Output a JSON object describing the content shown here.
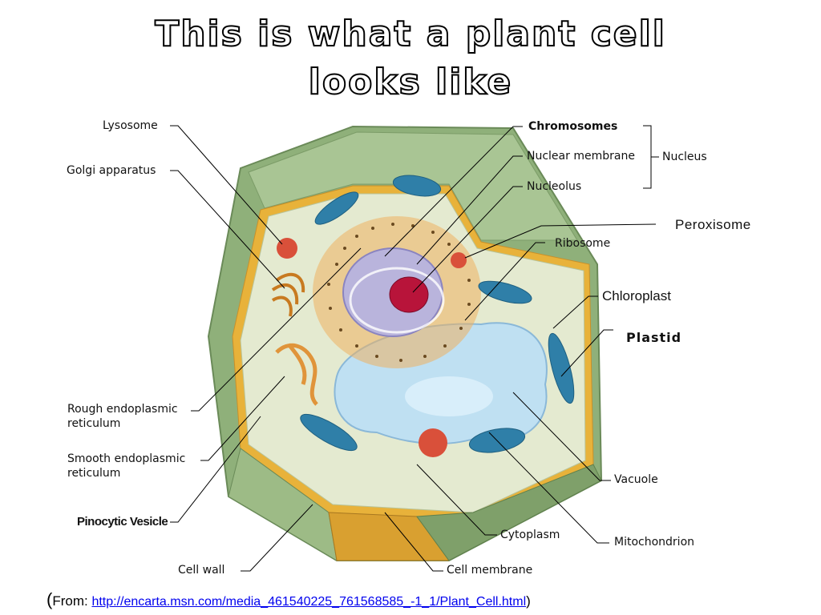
{
  "title": {
    "line1": "This is what a plant cell",
    "line2": "looks like"
  },
  "labels": {
    "lysosome": "Lysosome",
    "golgi": "Golgi apparatus",
    "rough_er_1": "Rough endoplasmic",
    "rough_er_2": "reticulum",
    "smooth_er_1": "Smooth endoplasmic",
    "smooth_er_2": "reticulum",
    "pinocytic": "Pinocytic Vesicle",
    "cell_wall": "Cell wall",
    "chromosomes": "Chromosomes",
    "nuclear_membrane": "Nuclear membrane",
    "nucleolus": "Nucleolus",
    "nucleus": "Nucleus",
    "peroxisome": "Peroxisome",
    "ribosome": "Ribosome",
    "chloroplast": "Chloroplast",
    "plastid": "Plastid",
    "vacuole": "Vacuole",
    "cytoplasm": "Cytoplasm",
    "mitochondrion": "Mitochondrion",
    "cell_membrane": "Cell membrane"
  },
  "source": {
    "open": "(",
    "prefix": "From: ",
    "link": "http://encarta.msn.com/media_461540225_761568585_-1_1/Plant_Cell.html",
    "close": ")"
  },
  "colors": {
    "cell_wall": "#8fb07a",
    "cytoplasm_fill": "#e4ead0",
    "vacuole": "#bfe0f2",
    "nucleus": "#b9b4dc",
    "nucleolus": "#b8143a",
    "chloroplast": "#2f7fa8",
    "golgi": "#e0943a",
    "lysosome": "#d9503a",
    "wall_cut": "#e8b23a"
  }
}
